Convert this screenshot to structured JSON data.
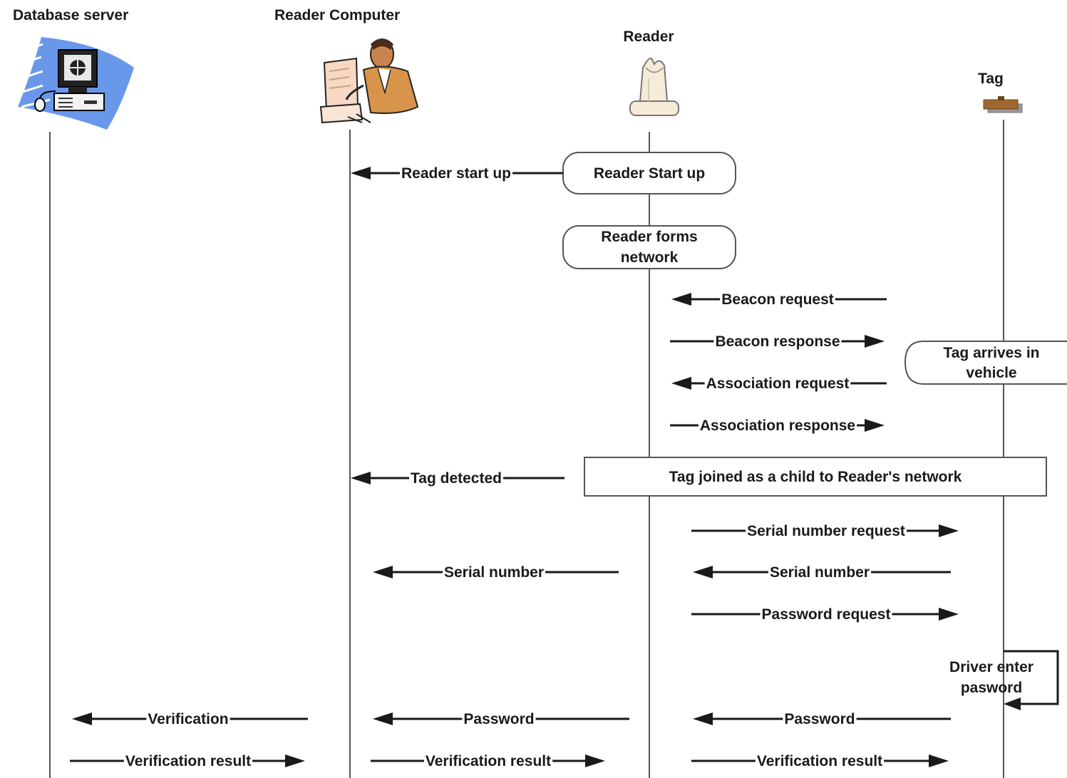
{
  "participants": {
    "database_server": "Database server",
    "reader_computer": "Reader Computer",
    "reader": "Reader",
    "tag": "Tag"
  },
  "boxes": {
    "reader_start_up": "Reader Start up",
    "reader_forms_network": [
      "Reader forms",
      "network"
    ],
    "tag_arrives": [
      "Tag arrives in",
      "vehicle"
    ],
    "tag_joined": "Tag joined as a child to Reader's network",
    "driver_enter": [
      "Driver enter",
      "pasword"
    ]
  },
  "messages": {
    "reader_start_up": "Reader start up",
    "beacon_request": "Beacon request",
    "beacon_response": "Beacon response",
    "association_request": "Association request",
    "association_response": "Association response",
    "tag_detected": "Tag detected",
    "serial_number_request": "Serial number request",
    "serial_number_to_computer": "Serial number",
    "serial_number_to_reader": "Serial number",
    "password_request": "Password request",
    "verification": "Verification",
    "password_to_computer": "Password",
    "password_to_reader": "Password",
    "verification_result_to_computer": "Verification result",
    "verification_result_to_reader": "Verification result",
    "verification_result_to_tag": "Verification result"
  },
  "colors": {
    "line": "#1a1a1a",
    "lifeline": "#555555",
    "box_border": "#555555"
  }
}
